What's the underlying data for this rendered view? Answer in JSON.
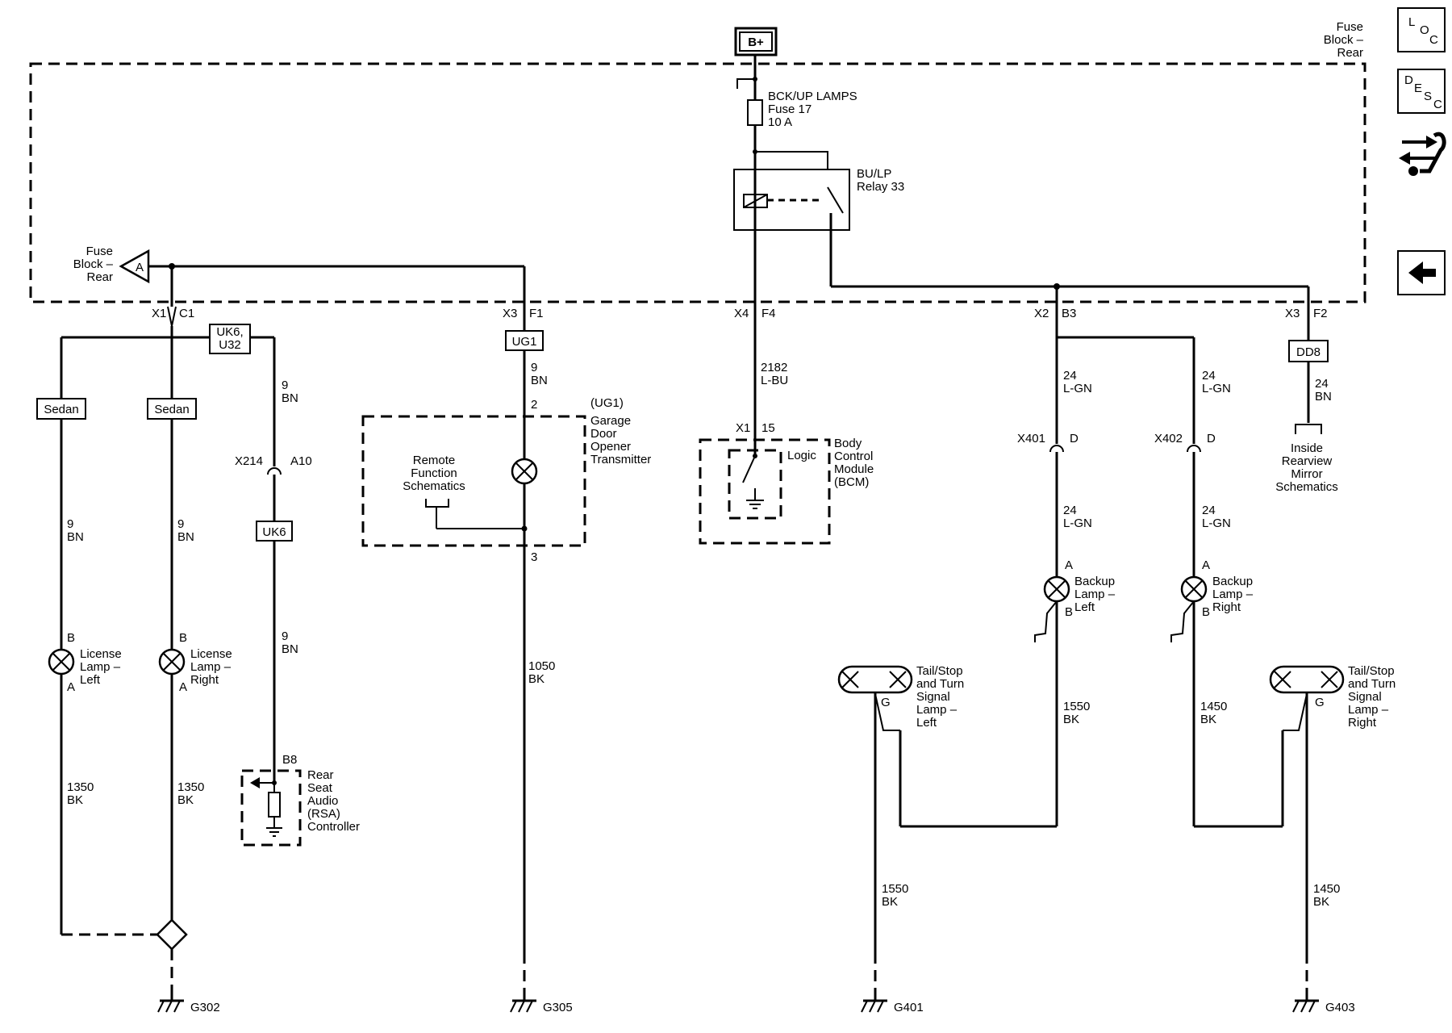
{
  "power": {
    "label": "B+"
  },
  "fuse_block": {
    "corner": [
      "Fuse",
      "Block –",
      "Rear"
    ],
    "left": [
      "Fuse",
      "Block –",
      "Rear"
    ],
    "port": "A"
  },
  "fuse": [
    "BCK/UP LAMPS",
    "Fuse 17",
    "10 A"
  ],
  "relay": [
    "BU/LP",
    "Relay 33"
  ],
  "connectors": {
    "x1": "X1",
    "c1": "C1",
    "x3_f1": [
      "X3",
      "F1"
    ],
    "x4_f4": [
      "X4",
      "F4"
    ],
    "x2_b3": [
      "X2",
      "B3"
    ],
    "x3_f2": [
      "X3",
      "F2"
    ]
  },
  "options": {
    "sedan": "Sedan",
    "uk6_u32": [
      "UK6,",
      "U32"
    ],
    "uk6": "UK6",
    "ug1": "UG1",
    "dd8": "DD8"
  },
  "wires": {
    "nine_bn": [
      "9",
      "BN"
    ],
    "bk_1350": [
      "1350",
      "BK"
    ],
    "bk_1050": [
      "1050",
      "BK"
    ],
    "lbu_2182": [
      "2182",
      "L-BU"
    ],
    "lgn_24": [
      "24",
      "L-GN"
    ],
    "bn_24": [
      "24",
      "BN"
    ],
    "bk_1550": [
      "1550",
      "BK"
    ],
    "bk_1450": [
      "1450",
      "BK"
    ]
  },
  "inline": {
    "x214": "X214",
    "a10": "A10",
    "x401": "X401",
    "x402": "X402",
    "d": "D"
  },
  "pins": {
    "a": "A",
    "b": "B",
    "g": "G",
    "two": "2",
    "three": "3",
    "x1": "X1",
    "fifteen": "15",
    "b8": "B8"
  },
  "components": {
    "license_left": [
      "License",
      "Lamp –",
      "Left"
    ],
    "license_right": [
      "License",
      "Lamp –",
      "Right"
    ],
    "rsa": [
      "Rear",
      "Seat",
      "Audio",
      "(RSA)",
      "Controller"
    ],
    "garage": [
      "(UG1)",
      "Garage",
      "Door",
      "Opener",
      "Transmitter"
    ],
    "remote": [
      "Remote",
      "Function",
      "Schematics"
    ],
    "bcm": [
      "Body",
      "Control",
      "Module",
      "(BCM)"
    ],
    "logic": "Logic",
    "backup_left": [
      "Backup",
      "Lamp –",
      "Left"
    ],
    "backup_right": [
      "Backup",
      "Lamp –",
      "Right"
    ],
    "tail_left": [
      "Tail/Stop",
      "and Turn",
      "Signal",
      "Lamp –",
      "Left"
    ],
    "tail_right": [
      "Tail/Stop",
      "and Turn",
      "Signal",
      "Lamp –",
      "Right"
    ],
    "mirror": [
      "Inside",
      "Rearview",
      "Mirror",
      "Schematics"
    ]
  },
  "grounds": {
    "g302": "G302",
    "g305": "G305",
    "g401": "G401",
    "g403": "G403"
  },
  "nav": {
    "loc": [
      "L",
      "O",
      "C"
    ],
    "desc": [
      "D",
      "E",
      "S",
      "C"
    ],
    "wrench_icon": "wrench-arrows-icon",
    "back_icon": "back-arrow-icon"
  }
}
